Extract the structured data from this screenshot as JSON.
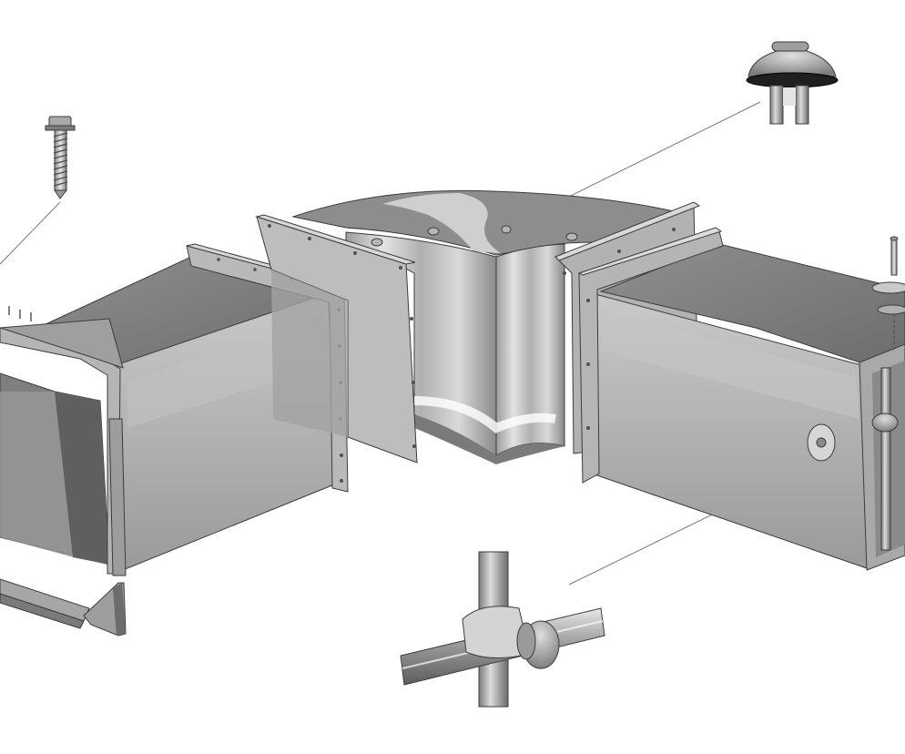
{
  "figure": {
    "background": "#ffffff",
    "parts": [
      {
        "id": "hex-head-screw",
        "label": ""
      },
      {
        "id": "duct-section-left",
        "label": ""
      },
      {
        "id": "curved-elbow-section",
        "label": ""
      },
      {
        "id": "duct-section-right",
        "label": ""
      },
      {
        "id": "mushroom-rivet",
        "label": ""
      },
      {
        "id": "cross-rod-connector",
        "label": ""
      },
      {
        "id": "threaded-pin-with-washer",
        "label": ""
      },
      {
        "id": "corner-angle-profile",
        "label": ""
      }
    ],
    "colors": {
      "metal_light": "#d6d6d6",
      "metal_mid": "#a8a8a8",
      "metal_dark": "#6f6f6f",
      "edge": "#3c3c3c",
      "leader_line": "#777777"
    }
  }
}
